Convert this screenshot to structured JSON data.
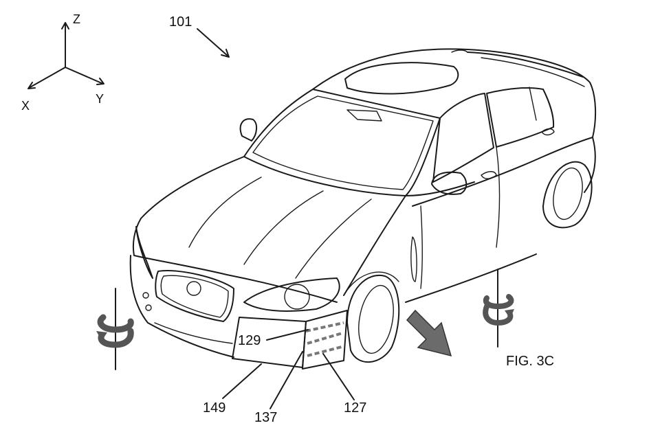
{
  "figure": {
    "caption": "FIG. 3C",
    "axes": {
      "z": "Z",
      "x": "X",
      "y": "Y"
    },
    "reference_numerals": {
      "vehicle": "101",
      "zone_front": "129",
      "zone_bumper": "149",
      "zone_boundary": "137",
      "zone_side": "127"
    }
  }
}
